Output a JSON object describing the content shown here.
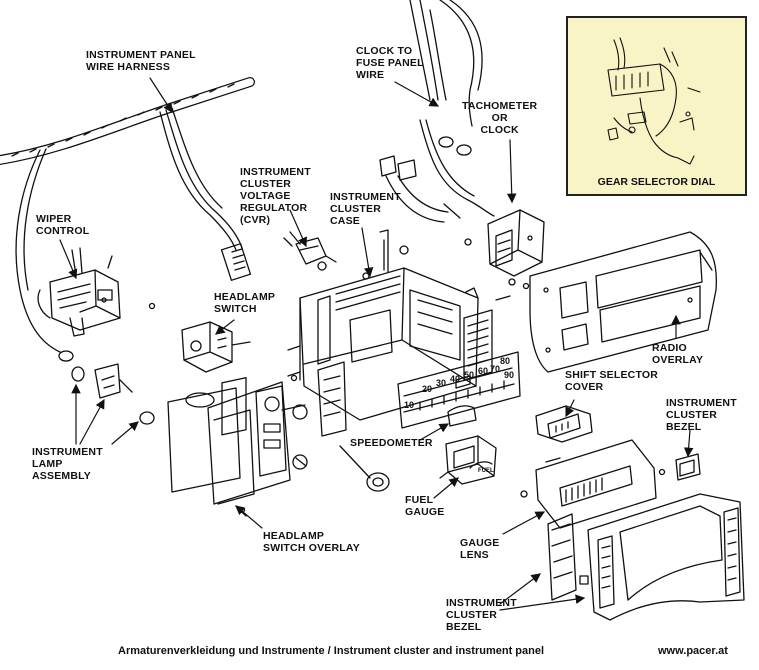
{
  "labels": {
    "instrument_panel_wire_harness": "INSTRUMENT PANEL\nWIRE HARNESS",
    "clock_to_fuse_panel_wire": "CLOCK TO\nFUSE PANEL\nWIRE",
    "tachometer_or_clock": "TACHOMETER\nOR\nCLOCK",
    "cvr": "INSTRUMENT\nCLUSTER\nVOLTAGE\nREGULATOR\n(CVR)",
    "instrument_cluster_case": "INSTRUMENT\nCLUSTER\nCASE",
    "wiper_control": "WIPER\nCONTROL",
    "headlamp_switch": "HEADLAMP\nSWITCH",
    "radio_overlay": "RADIO\nOVERLAY",
    "shift_selector_cover": "SHIFT SELECTOR\nCOVER",
    "instrument_cluster_bezel_right": "INSTRUMENT\nCLUSTER\nBEZEL",
    "instrument_lamp_assembly": "INSTRUMENT\nLAMP\nASSEMBLY",
    "speedometer": "SPEEDOMETER",
    "fuel_gauge": "FUEL\nGAUGE",
    "gauge_lens": "GAUGE\nLENS",
    "headlamp_switch_overlay": "HEADLAMP\nSWITCH OVERLAY",
    "instrument_cluster_bezel_bottom": "INSTRUMENT\nCLUSTER\nBEZEL"
  },
  "inset": {
    "title": "GEAR SELECTOR DIAL"
  },
  "speedometer_dial": {
    "numbers": [
      "10",
      "20",
      "30",
      "40",
      "50",
      "60",
      "70",
      "80",
      "90"
    ]
  },
  "fuel_gauge_face": "FUEL",
  "footer": {
    "caption": "Armaturenverkleidung und Instrumente / Instrument cluster and instrument panel",
    "site": "www.pacer.at"
  }
}
